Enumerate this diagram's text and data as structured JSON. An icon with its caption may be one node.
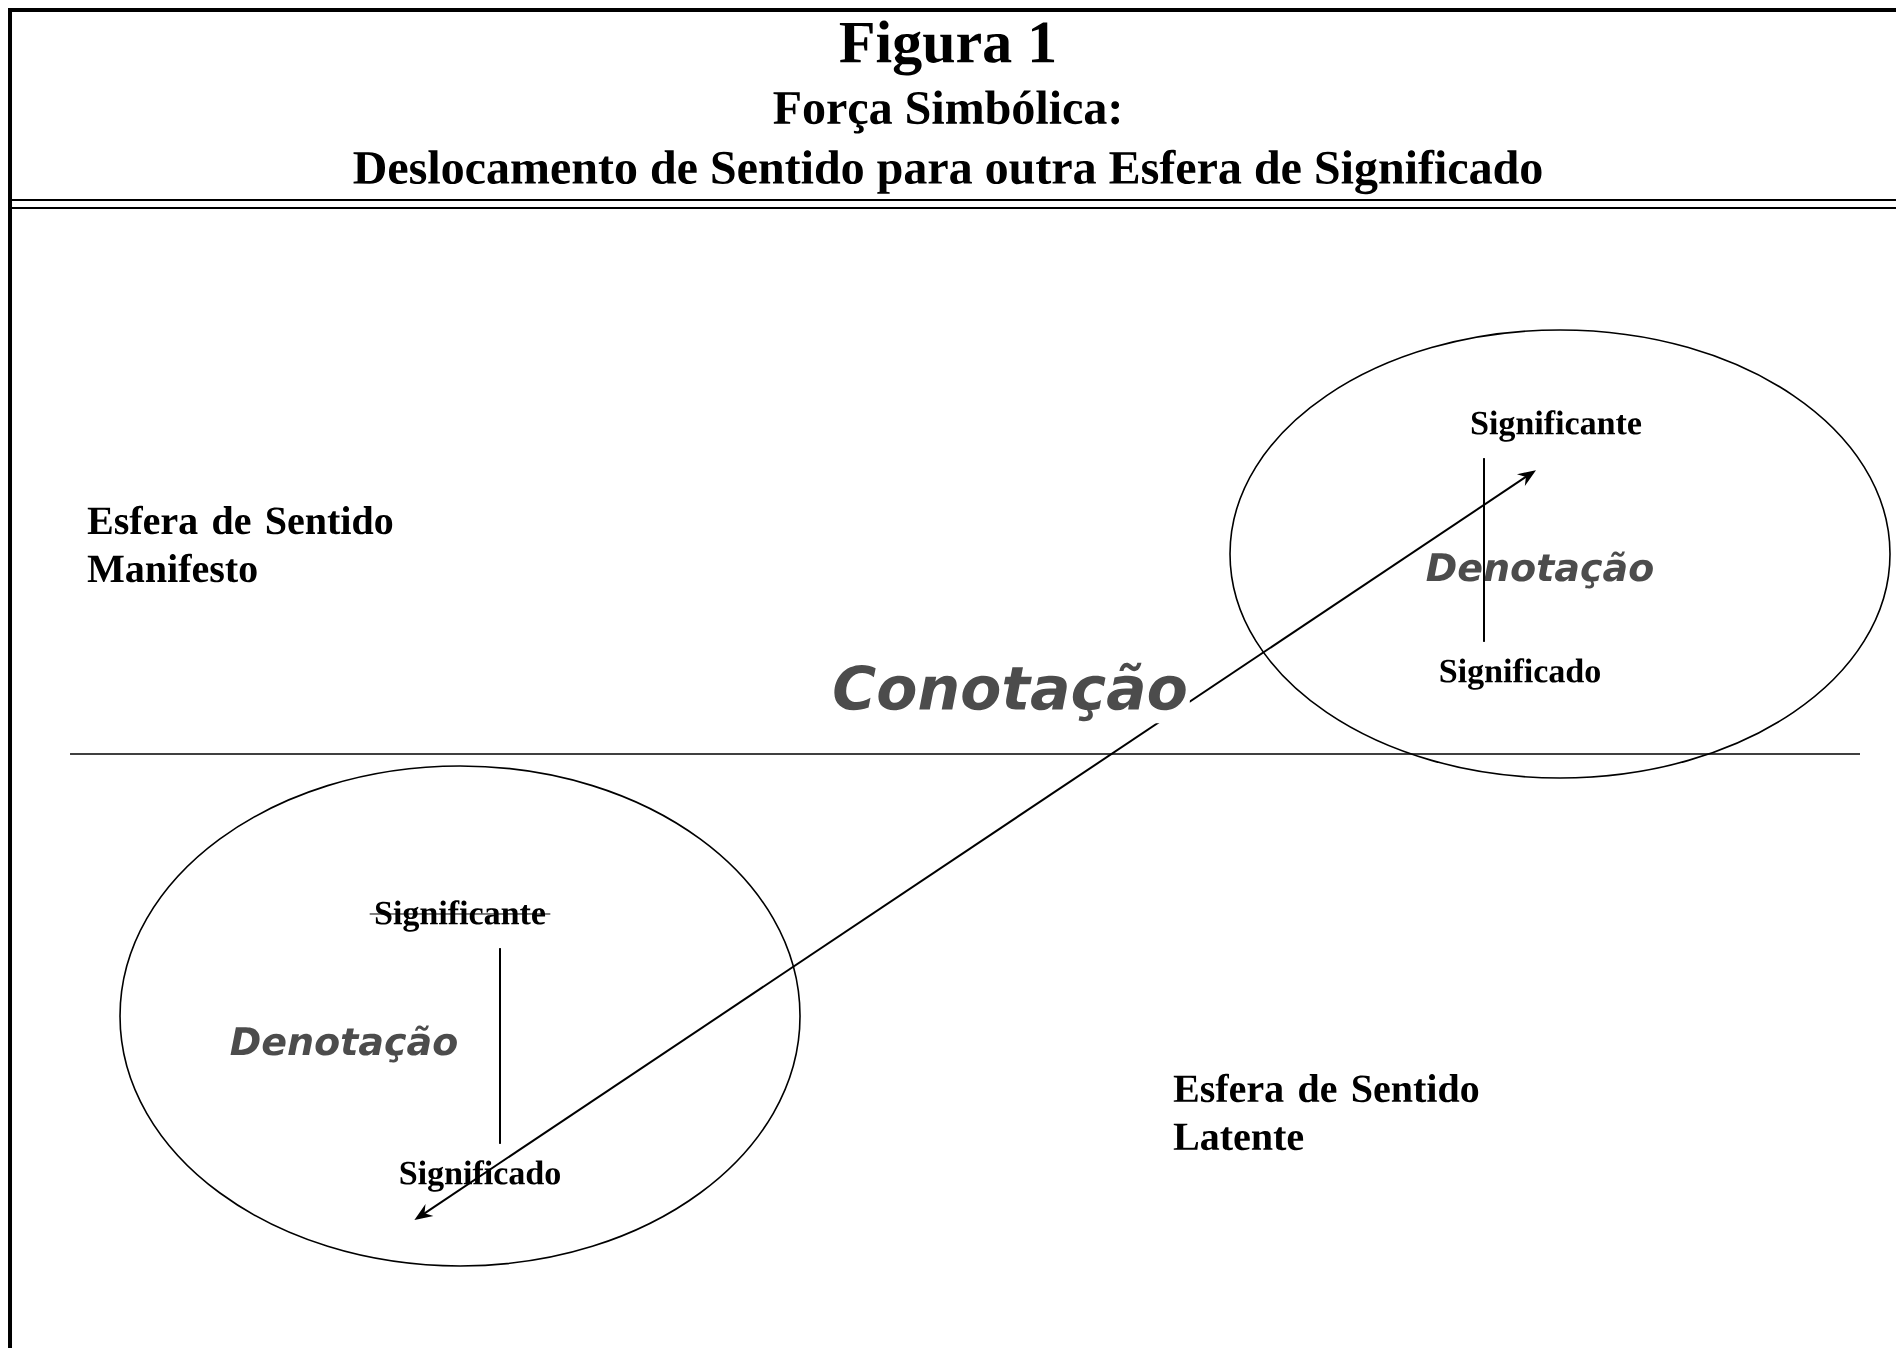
{
  "diagram": {
    "title": "Figura 1",
    "nodes": [
      {
        "text": [],
        "shape": "ellipse"
      },
      {
        "text": [
          "Significante"
        ],
        "in": 0
      },
      {
        "text": [
          "Denotação"
        ],
        "in": 0
      },
      {
        "text": [
          "Significado"
        ],
        "in": 0
      },
      {
        "text": [],
        "shape": "ellipse"
      },
      {
        "text": [
          "Significante"
        ],
        "in": 4
      },
      {
        "text": [
          "Denotação"
        ],
        "in": 4
      },
      {
        "text": [
          "Significado"
        ],
        "in": 4
      }
    ],
    "edges": [
      {
        "from": 1,
        "to": 3,
        "arrow": "none"
      },
      {
        "from": 5,
        "to": 7,
        "arrow": "none"
      },
      {
        "from": 7,
        "to": 1,
        "arrow": "both",
        "label": "Conotação"
      }
    ],
    "labels": [
      "Força Simbólica:",
      "Deslocamento de Sentido para outra Esfera de Significado",
      "Esfera de Sentido Manifesto",
      "Esfera de Sentido Latente"
    ]
  }
}
